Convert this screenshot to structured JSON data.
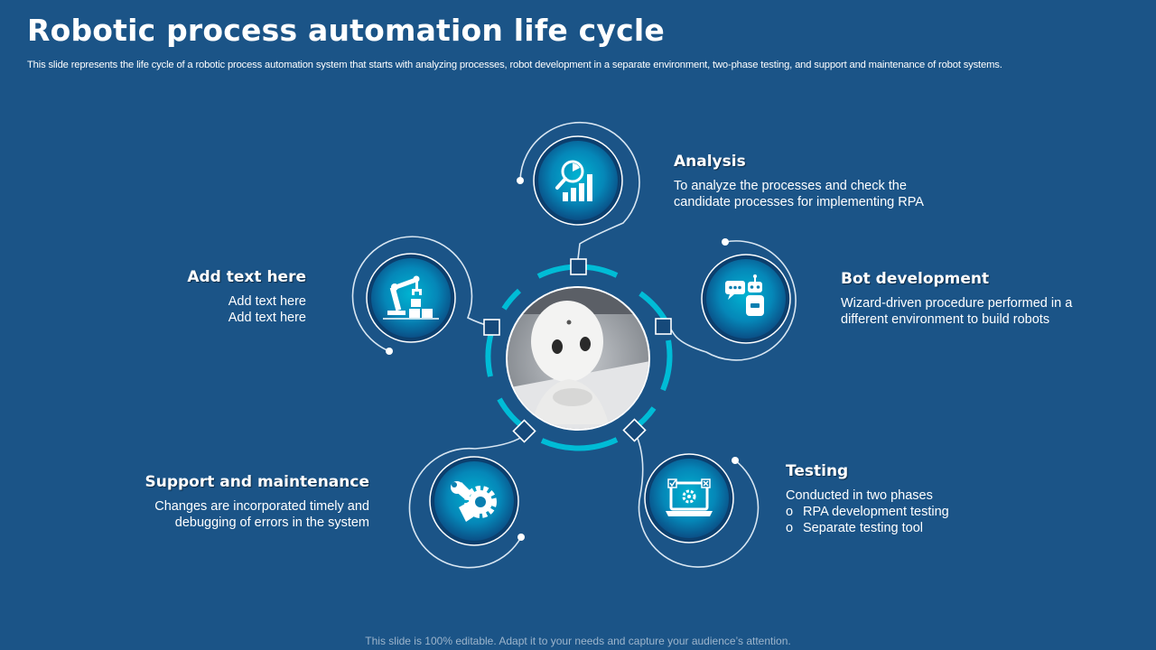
{
  "slide": {
    "title": "Robotic process automation life cycle",
    "subtitle": "This slide represents the life cycle of a robotic process automation system that starts with analyzing processes, robot development in a separate environment, two-phase testing, and support and maintenance of robot systems.",
    "footer": "This slide is 100% editable. Adapt it to your needs and capture your audience’s attention."
  },
  "stages": {
    "analysis": {
      "heading": "Analysis",
      "lines": [
        "To analyze the processes and check the",
        "candidate processes for implementing RPA"
      ],
      "icon": "magnifier-chart-icon"
    },
    "bot_development": {
      "heading": "Bot development",
      "lines": [
        "Wizard-driven procedure performed in a",
        "different environment to build robots"
      ],
      "icon": "chatbot-icon"
    },
    "testing": {
      "heading": "Testing",
      "intro": "Conducted in two phases",
      "bullets": [
        "RPA development testing",
        "Separate testing tool"
      ],
      "icon": "laptop-gear-icon"
    },
    "support": {
      "heading": "Support and maintenance",
      "lines": [
        "Changes are incorporated timely and",
        "debugging of errors in the system"
      ],
      "icon": "wrench-gear-icon"
    },
    "placeholder": {
      "heading": "Add text here",
      "lines": [
        "Add text here",
        "Add text here"
      ],
      "icon": "robotic-arm-icon"
    }
  },
  "center": {
    "image": "robot-photo"
  },
  "colors": {
    "background": "#1b5487",
    "accent": "#00bcd6",
    "circle_dark": "#0b3f6e",
    "line": "#d8e6f2"
  }
}
